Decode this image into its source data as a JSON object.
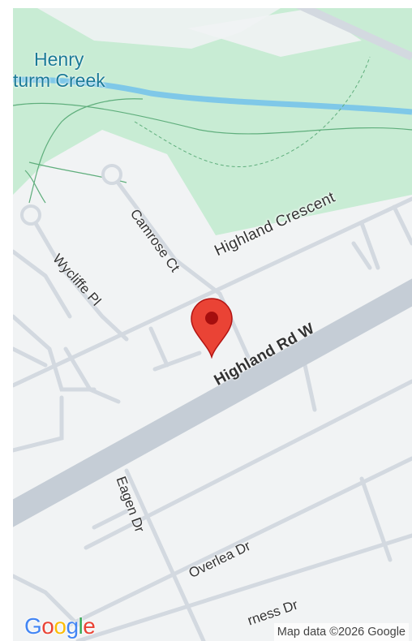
{
  "map": {
    "water_label_line1": "Henry",
    "water_label_line2": "turm Creek",
    "roads": {
      "highland_crescent": "Highland Crescent",
      "highland_rd_w": "Highland Rd W",
      "camrose_ct": "Camrose Ct",
      "wycliffe_pl": "Wycliffe Pl",
      "eagen_dr": "Eagen Dr",
      "overlea_dr": "Overlea Dr",
      "partial_dr": "rness Dr"
    },
    "attribution": "Map data ©2026 Google",
    "logo_text": "Google",
    "colors": {
      "land": "#f1f3f4",
      "park": "#c7ebd3",
      "water": "#7fc8e8",
      "road": "#d3d9e0",
      "major_road": "#c5cdd6",
      "pin": "#ea4335"
    }
  }
}
